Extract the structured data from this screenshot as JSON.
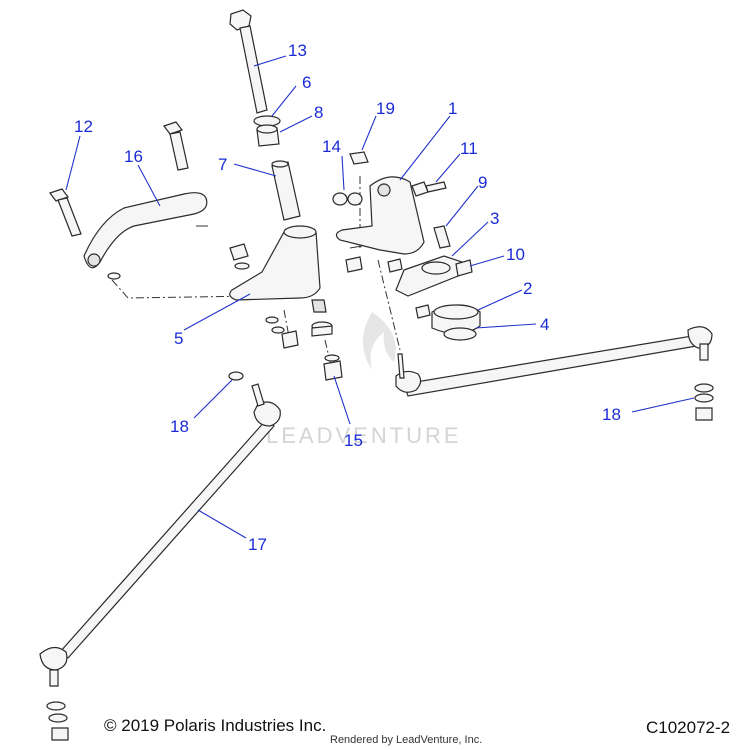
{
  "callouts": {
    "c1": "1",
    "c2": "2",
    "c3": "3",
    "c4": "4",
    "c5": "5",
    "c6": "6",
    "c7": "7",
    "c8": "8",
    "c9": "9",
    "c10": "10",
    "c11": "11",
    "c12": "12",
    "c13": "13",
    "c14": "14",
    "c15": "15",
    "c16": "16",
    "c17": "17",
    "c18a": "18",
    "c18b": "18",
    "c19": "19"
  },
  "watermark": "LEADVENTURE",
  "footer": {
    "copyright": "© 2019 Polaris Industries Inc.",
    "drawing_id": "C102072-2",
    "rendered_by": "Rendered by LeadVenture, Inc."
  },
  "colors": {
    "callout": "#1a2bd6",
    "line": "#2b2b2b",
    "watermark": "#d4d4d4"
  }
}
